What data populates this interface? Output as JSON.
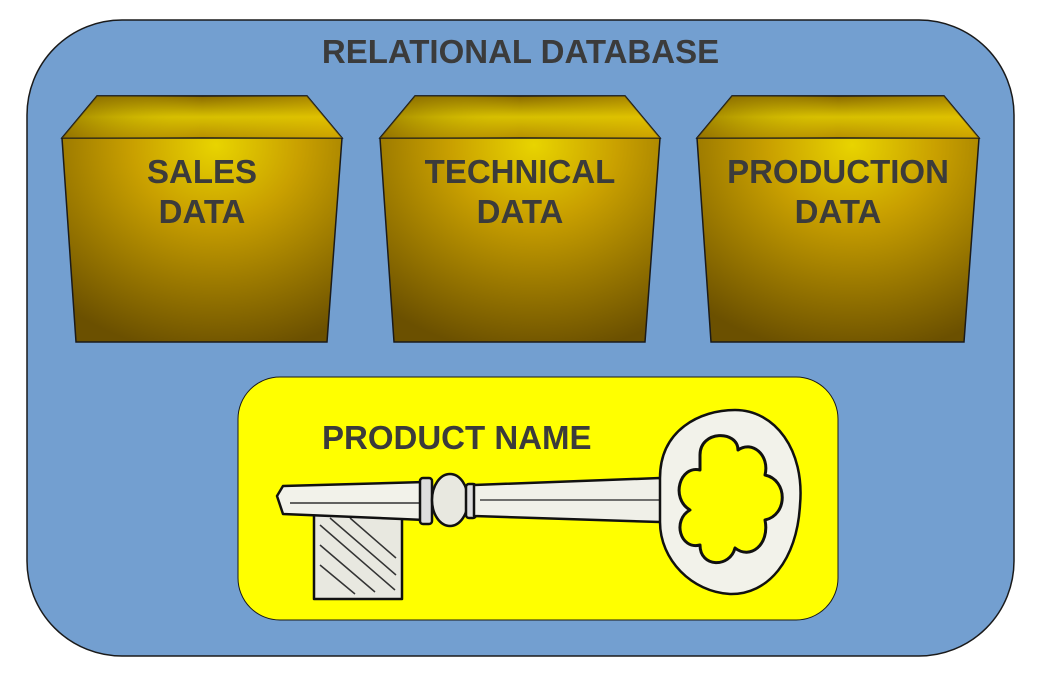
{
  "diagram": {
    "title": "RELATIONAL DATABASE",
    "boxes": [
      {
        "line1": "SALES",
        "line2": "DATA"
      },
      {
        "line1": "TECHNICAL",
        "line2": "DATA"
      },
      {
        "line1": "PRODUCTION",
        "line2": "DATA"
      }
    ],
    "key_panel": {
      "label": "PRODUCT NAME",
      "icon": "key-icon"
    }
  },
  "colors": {
    "database_fill": "#739fd0",
    "box_gold": "#c99a00",
    "box_dark": "#6e5200",
    "key_panel_fill": "#ffff00",
    "text": "#3b3b3b"
  }
}
